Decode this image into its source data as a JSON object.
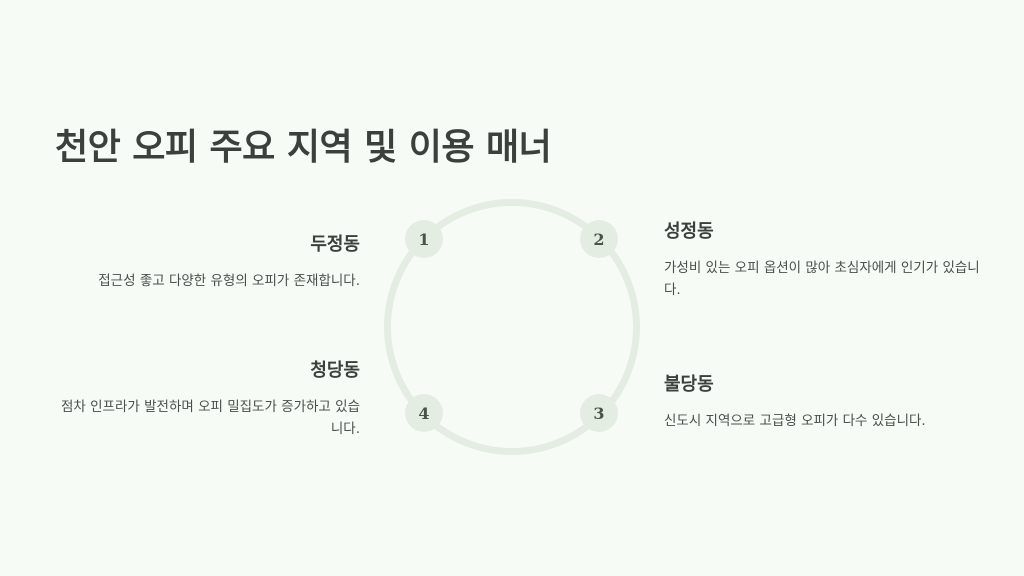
{
  "title": "천안 오피 주요 지역 및 이용 매너",
  "nodes": [
    {
      "number": "1",
      "heading": "두정동",
      "text": "접근성 좋고 다양한 유형의 오피가 존재합니다."
    },
    {
      "number": "2",
      "heading": "성정동",
      "text": "가성비 있는 오피 옵션이 많아 초심자에게 인기가 있습니다."
    },
    {
      "number": "3",
      "heading": "불당동",
      "text": "신도시 지역으로 고급형 오피가 다수 있습니다."
    },
    {
      "number": "4",
      "heading": "청당동",
      "text": "점차 인프라가 발전하며 오피 밀집도가 증가하고 있습니다."
    }
  ],
  "colors": {
    "background": "#f7fbf6",
    "ring": "#e3ede2",
    "text": "#3b403c"
  }
}
